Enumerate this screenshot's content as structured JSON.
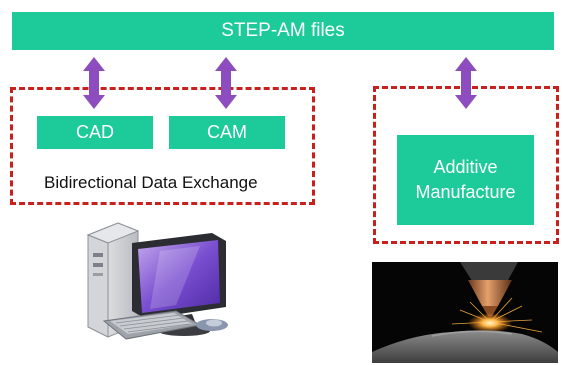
{
  "diagram": {
    "top_bar_label": "STEP-AM files",
    "cad_label": "CAD",
    "cam_label": "CAM",
    "left_caption": "Bidirectional Data Exchange",
    "am_label_line1": "Additive",
    "am_label_line2": "Manufacture"
  },
  "colors": {
    "box_fill": "#1dcb9a",
    "arrow": "#8e4dbf",
    "dashed_frame": "#c8201c"
  },
  "icons": [
    "double-arrow-icon",
    "desktop-computer-icon",
    "laser-metal-deposition-photo"
  ]
}
